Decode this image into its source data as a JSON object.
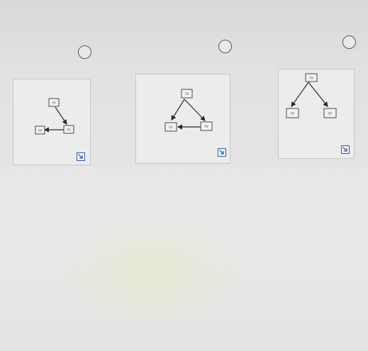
{
  "options": [
    {
      "id": "option-1",
      "nodes": [
        {
          "label": "A1"
        },
        {
          "label": "A2"
        },
        {
          "label": "A3"
        }
      ],
      "expand_icon": "expand-diagram-icon"
    },
    {
      "id": "option-2",
      "nodes": [
        {
          "label": "A1"
        },
        {
          "label": "A2"
        },
        {
          "label": "A3"
        }
      ],
      "expand_icon": "expand-diagram-icon"
    },
    {
      "id": "option-3",
      "nodes": [
        {
          "label": "A1"
        },
        {
          "label": "A3"
        },
        {
          "label": "A2"
        }
      ],
      "expand_icon": "expand-diagram-icon"
    }
  ],
  "colors": {
    "expand_button": "#2f5fa7",
    "radio_border": "#5a5a5a",
    "edge": "#2b2b2b"
  }
}
